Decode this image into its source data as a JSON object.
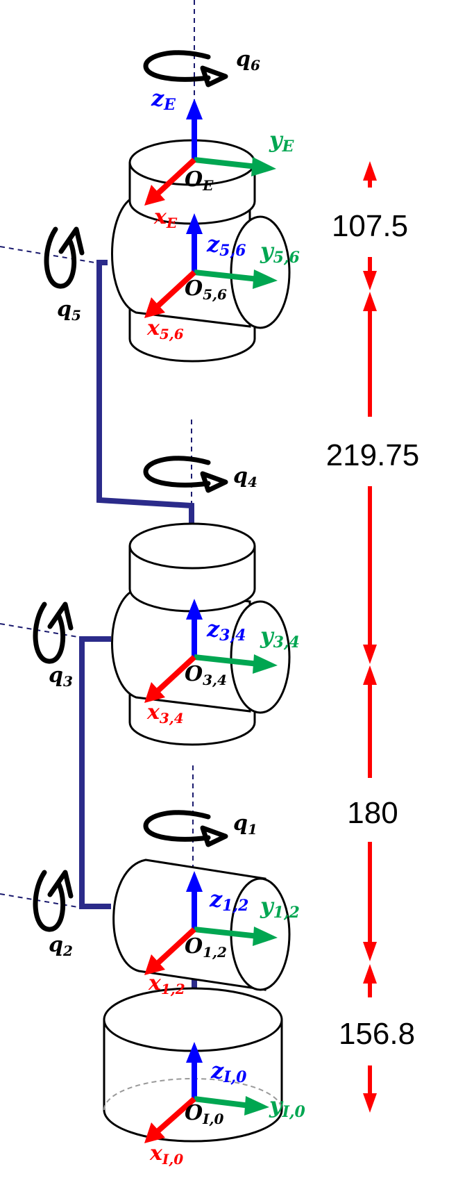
{
  "colors": {
    "z_axis": "#0000ff",
    "y_axis": "#00a651",
    "x_axis": "#ff0000",
    "link": "#2b2b8a",
    "dimension": "#ff0000",
    "outline": "#000000",
    "dashed": "#1a1a6e"
  },
  "frames": {
    "E": {
      "z": "z",
      "z_sub": "E",
      "y": "y",
      "y_sub": "E",
      "x": "x",
      "x_sub": "E",
      "o": "O",
      "o_sub": "E"
    },
    "f56": {
      "z": "z",
      "z_sub": "5,6",
      "y": "y",
      "y_sub": "5,6",
      "x": "x",
      "x_sub": "5,6",
      "o": "O",
      "o_sub": "5,6"
    },
    "f34": {
      "z": "z",
      "z_sub": "3,4",
      "y": "y",
      "y_sub": "3,4",
      "x": "x",
      "x_sub": "3,4",
      "o": "O",
      "o_sub": "3,4"
    },
    "f12": {
      "z": "z",
      "z_sub": "1,2",
      "y": "y",
      "y_sub": "1,2",
      "x": "x",
      "x_sub": "1,2",
      "o": "O",
      "o_sub": "1,2"
    },
    "fI0": {
      "z": "z",
      "z_sub": "I,0",
      "y": "y",
      "y_sub": "I,0",
      "x": "x",
      "x_sub": "I,0",
      "o": "O",
      "o_sub": "I,0"
    }
  },
  "joints": {
    "q1": {
      "sym": "q",
      "sub": "1"
    },
    "q2": {
      "sym": "q",
      "sub": "2"
    },
    "q3": {
      "sym": "q",
      "sub": "3"
    },
    "q4": {
      "sym": "q",
      "sub": "4"
    },
    "q5": {
      "sym": "q",
      "sub": "5"
    },
    "q6": {
      "sym": "q",
      "sub": "6"
    }
  },
  "dimensions": {
    "d1": "107.5",
    "d2": "219.75",
    "d3": "180",
    "d4": "156.8"
  }
}
